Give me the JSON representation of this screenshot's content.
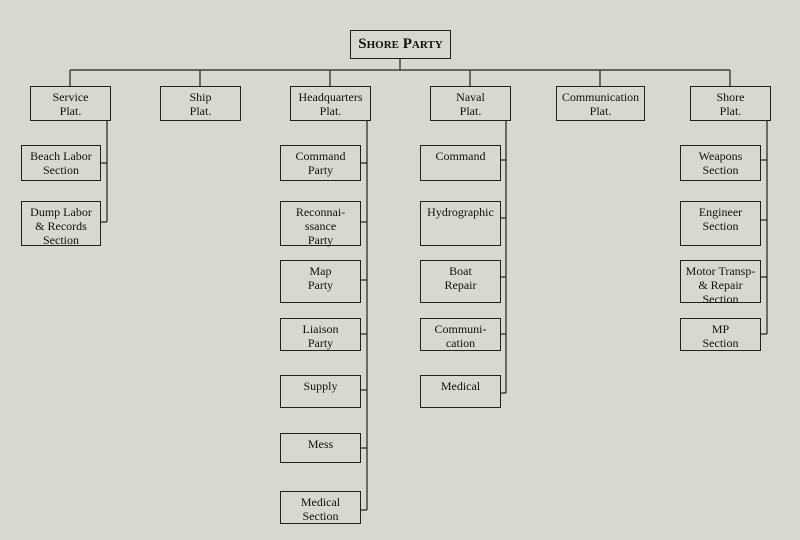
{
  "title": "Shore Party",
  "platoons": [
    {
      "label": "Service\nPlat."
    },
    {
      "label": "Ship\nPlat."
    },
    {
      "label": "Headquarters\nPlat."
    },
    {
      "label": "Naval\nPlat."
    },
    {
      "label": "Communication\nPlat."
    },
    {
      "label": "Shore\nPlat."
    }
  ],
  "service_sections": [
    {
      "label": "Beach Labor\nSection"
    },
    {
      "label": "Dump Labor\n& Records\nSection"
    }
  ],
  "hq_sections": [
    {
      "label": "Command\nParty"
    },
    {
      "label": "Reconnai-\nssance\nParty"
    },
    {
      "label": "Map\nParty"
    },
    {
      "label": "Liaison\nParty"
    },
    {
      "label": "Supply"
    },
    {
      "label": "Mess"
    },
    {
      "label": "Medical\nSection"
    }
  ],
  "naval_sections": [
    {
      "label": "Command"
    },
    {
      "label": "Hydrographic"
    },
    {
      "label": "Boat\nRepair"
    },
    {
      "label": "Communi-\ncation"
    },
    {
      "label": "Medical"
    }
  ],
  "shore_sections": [
    {
      "label": "Weapons\nSection"
    },
    {
      "label": "Engineer\nSection"
    },
    {
      "label": "Motor Transp-\n& Repair\nSection"
    },
    {
      "label": "MP\nSection"
    }
  ]
}
